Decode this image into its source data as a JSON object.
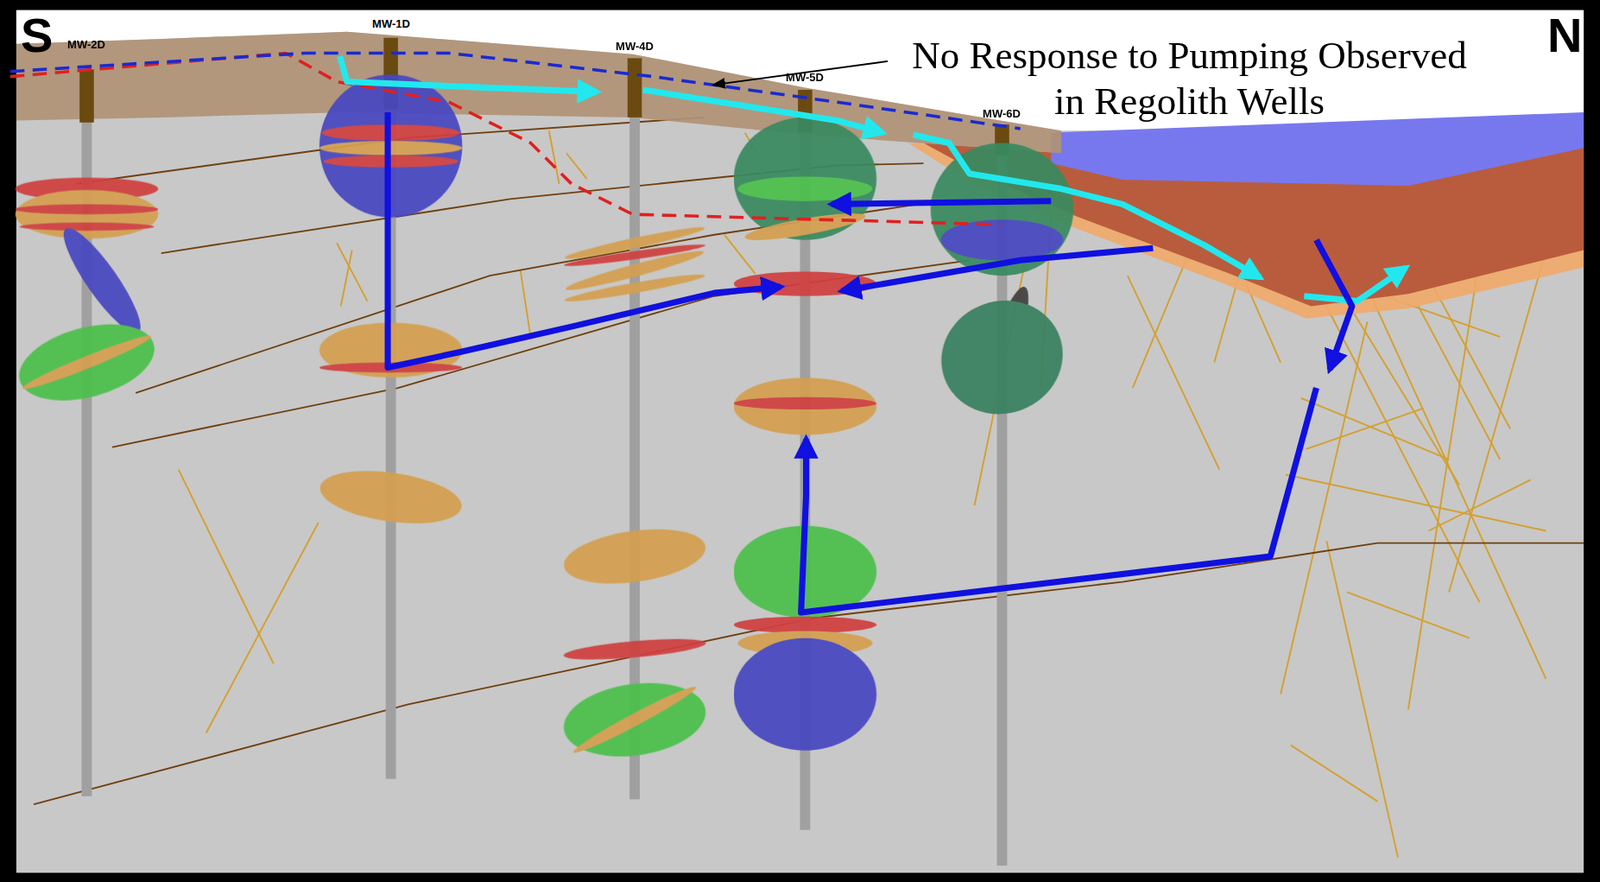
{
  "diagram": {
    "labels": [
      "S",
      "MW-2D",
      "MW-1D",
      "MW-4D",
      "MW-5D",
      "No Response to Pumping Observed in Regolith Wells",
      "MW-6D",
      "N"
    ]
  }
}
